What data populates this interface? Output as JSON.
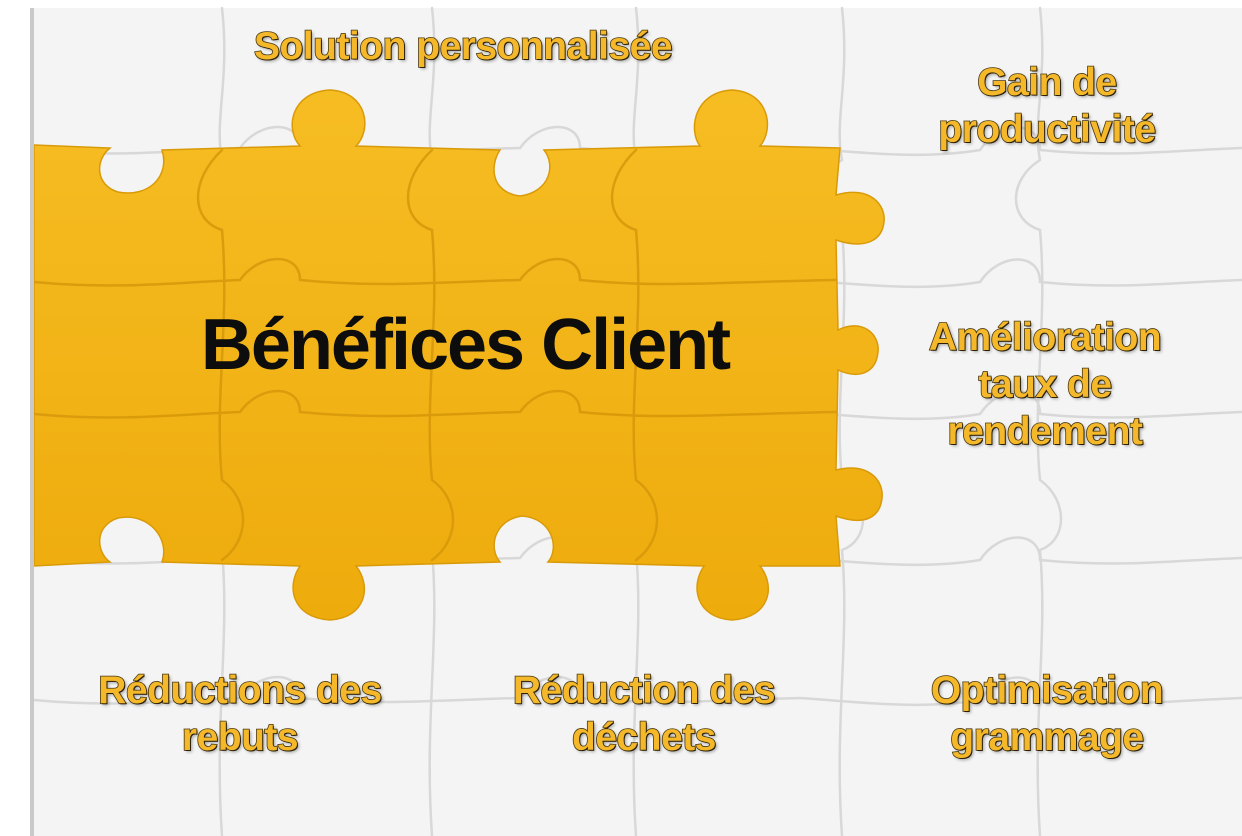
{
  "title": "Bénéfices Client",
  "labels": {
    "solution": "Solution personnalisée",
    "gain_line1": "Gain de",
    "gain_line2": "productivité",
    "amelioration_line1": "Amélioration",
    "amelioration_line2": "taux de",
    "amelioration_line3": "rendement",
    "rebuts_line1": "Réductions des",
    "rebuts_line2": "rebuts",
    "dechets_line1": "Réduction des",
    "dechets_line2": "déchets",
    "optimisation_line1": "Optimisation",
    "optimisation_line2": "grammage"
  },
  "colors": {
    "puzzle_white": "#f5f5f5",
    "puzzle_yellow": "#f4b416",
    "text_yellow": "#f4b82a",
    "title_text": "#0d0d0d"
  }
}
